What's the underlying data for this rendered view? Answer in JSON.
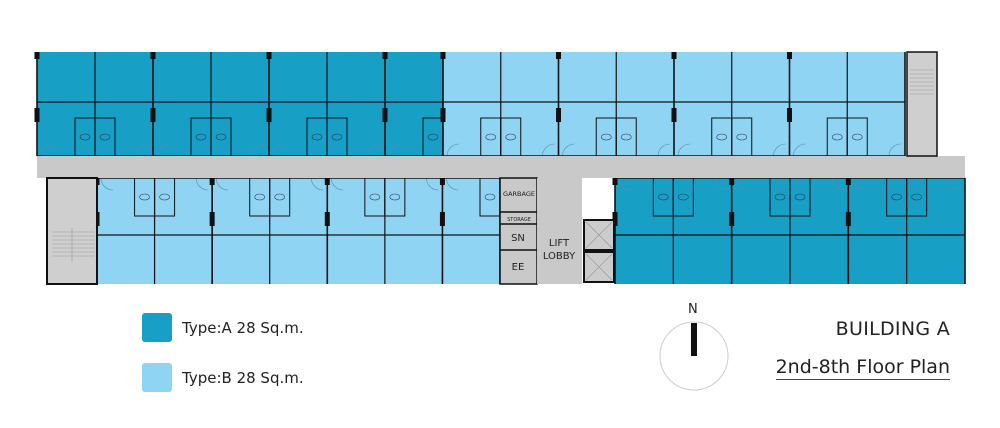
{
  "plan": {
    "rooms": {
      "garbage": "GARBAGE",
      "storage": "STORAGE",
      "sn": "SN",
      "ee": "EE",
      "lift_lobby_line1": "LIFT",
      "lift_lobby_line2": "LOBBY"
    },
    "unit_counts": {
      "top_type_a": 7,
      "top_type_b": 8,
      "bottom_type_b": 7,
      "bottom_type_a": 6
    }
  },
  "legend": [
    {
      "label": "Type:A 28 Sq.m.",
      "color": "#179fc6"
    },
    {
      "label": "Type:B 28 Sq.m.",
      "color": "#8fd4f3"
    }
  ],
  "title": {
    "building": "BUILDING A",
    "floor": "2nd-8th Floor Plan"
  },
  "compass": {
    "label": "N"
  },
  "colors": {
    "type_a": "#179fc6",
    "type_b": "#8fd4f3",
    "corridor": "#c9c9c9",
    "wall": "#111111"
  }
}
